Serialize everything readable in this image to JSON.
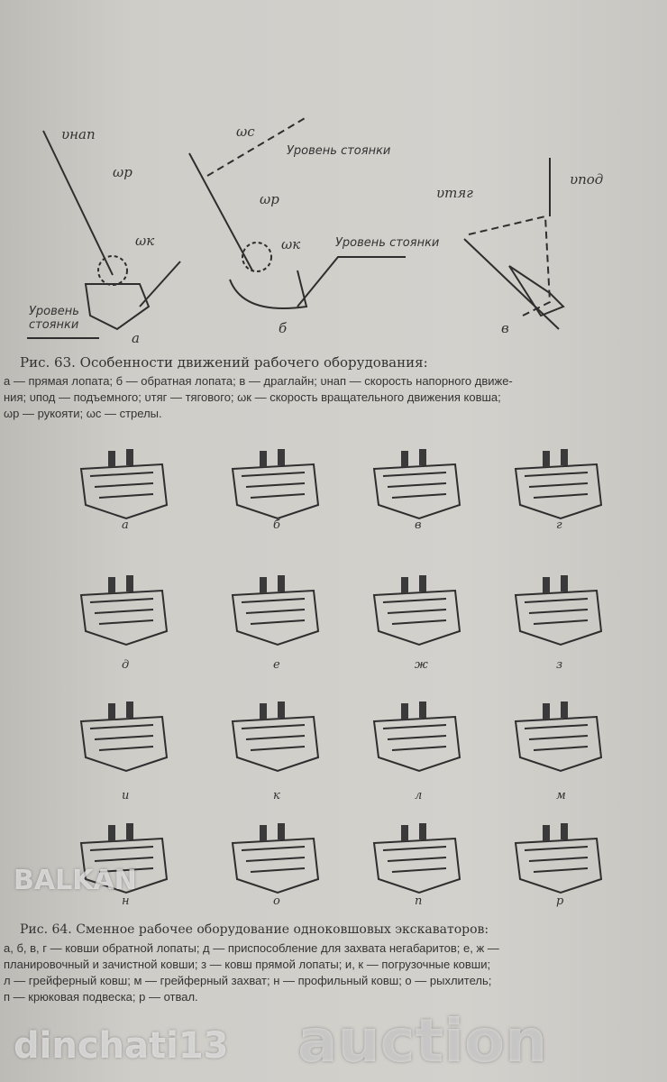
{
  "figure63": {
    "labels": {
      "v_nap": "υнап",
      "omega_r": "ωр",
      "omega_k": "ωк",
      "omega_s": "ωс",
      "v_tyag": "υтяг",
      "v_pod": "υпод",
      "level": "Уровень стоянки",
      "level_a": "Уровень стоянки"
    },
    "panels": [
      "а",
      "б",
      "в"
    ],
    "caption_title": "Рис. 63. Особенности движений рабочего оборудования:",
    "caption_lines": [
      "а — прямая лопата; б — обратная лопата; в — драглайн; υнап — скорость напорного движе-",
      "ния; υпод — подъемного; υтяг — тягового; ωк — скорость вращательного движения ковша;",
      "ωр — рукояти; ωс — стрелы."
    ]
  },
  "figure64": {
    "items": [
      "а",
      "б",
      "в",
      "г",
      "д",
      "е",
      "ж",
      "з",
      "и",
      "к",
      "л",
      "м",
      "н",
      "о",
      "п",
      "р"
    ],
    "caption_title": "Рис. 64. Сменное рабочее оборудование одноковшовых экскаваторов:",
    "caption_lines": [
      "а, б, в, г — ковши обратной лопаты; д — приспособление для захвата негабаритов; е, ж —",
      "планировочный и зачистной ковши; з — ковш прямой лопаты; и, к — погрузочные ковши;",
      "л — грейферный ковш; м — грейферный захват; н — профильный ковш; о — рыхлитель;",
      "п — крюковая подвеска; р — отвал."
    ]
  },
  "watermark": {
    "brand_top": "BALKAN",
    "brand": "auction",
    "user": "dinchati13"
  }
}
